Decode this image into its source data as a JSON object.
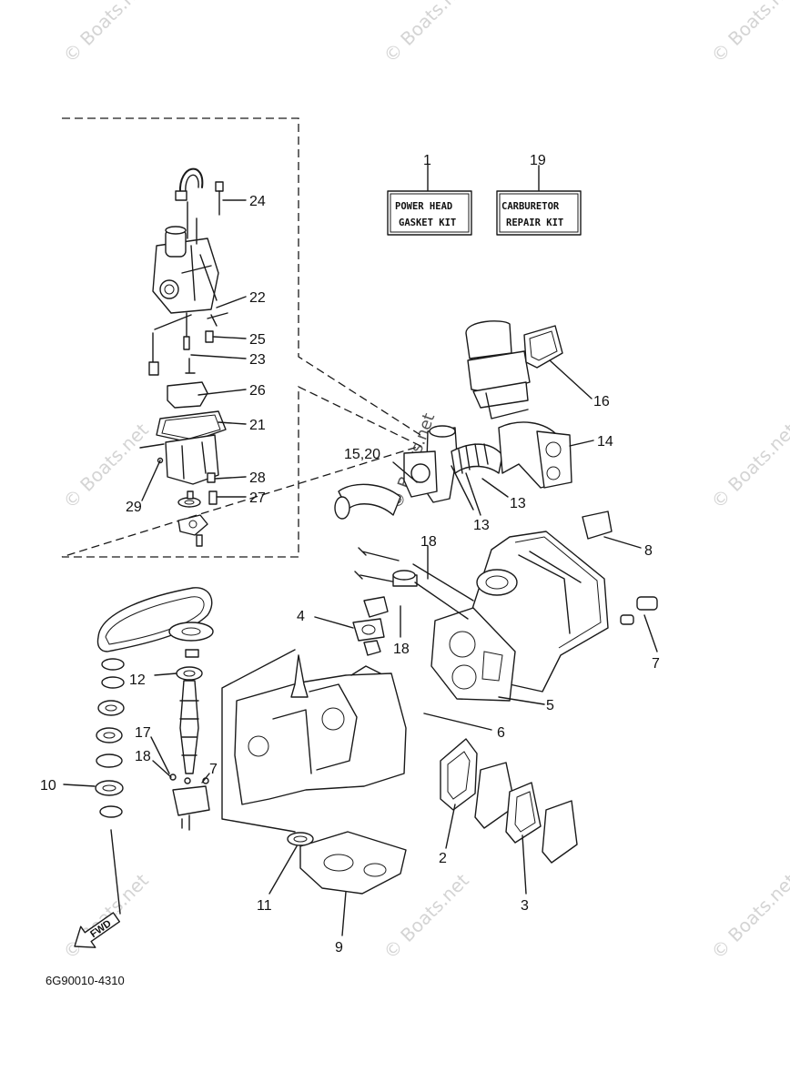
{
  "watermark": "© Boats.net",
  "diagram_code": "6G90010-4310",
  "fwd_label": "FWD",
  "kits": {
    "power_head": {
      "number": "1",
      "line1": "POWER HEAD",
      "line2": "GASKET KIT"
    },
    "carburetor": {
      "number": "19",
      "line1": "CARBURETOR",
      "line2": "REPAIR KIT"
    }
  },
  "callouts": {
    "c24": "24",
    "c22": "22",
    "c25": "25",
    "c23": "23",
    "c26": "26",
    "c21": "21",
    "c28": "28",
    "c27": "27",
    "c29": "29",
    "c16": "16",
    "c14": "14",
    "c15_20": "15,20",
    "c13a": "13",
    "c13b": "13",
    "c18a": "18",
    "c8": "8",
    "c4": "4",
    "c18b": "18",
    "c7a": "7",
    "c5": "5",
    "c6": "6",
    "c12": "12",
    "c17": "17",
    "c18c": "18",
    "c7b": "7",
    "c10": "10",
    "c2": "2",
    "c3": "3",
    "c11": "11",
    "c9": "9"
  }
}
